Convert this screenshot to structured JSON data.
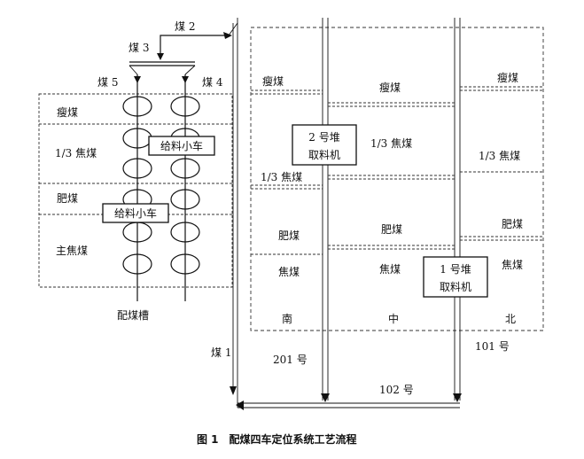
{
  "labels": {
    "mei2": "煤 2",
    "mei3": "煤 3",
    "mei5": "煤 5",
    "mei4": "煤 4",
    "mei1": "煤 1",
    "slot_shoumei": "瘦煤",
    "slot_13jiaomei": "1/3 焦煤",
    "slot_feimei": "肥煤",
    "slot_zhujiaomei": "主焦煤",
    "feeder_cart_1": "给料小车",
    "feeder_cart_2": "给料小车",
    "bin_name": "配煤槽",
    "yard_s_shoumei": "瘦煤",
    "yard_s_13jiaomei": "1/3 焦煤",
    "yard_s_feimei": "肥煤",
    "yard_s_jiaomei": "焦煤",
    "yard_m_shoumei": "瘦煤",
    "yard_m_13jiaomei": "1/3 焦煤",
    "yard_m_feimei": "肥煤",
    "yard_m_jiaomei": "焦煤",
    "yard_n_shoumei": "瘦煤",
    "yard_n_13jiaomei": "1/3 焦煤",
    "yard_n_feimei": "肥煤",
    "yard_n_jiaomei": "焦煤",
    "stacker2_line1": "2 号堆",
    "stacker2_line2": "取料机",
    "stacker1_line1": "1 号堆",
    "stacker1_line2": "取料机",
    "south": "南",
    "middle": "中",
    "north": "北",
    "belt_201": "201 号",
    "belt_102": "102 号",
    "belt_101": "101 号",
    "caption": "图 1　配煤四车定位系统工艺流程"
  }
}
